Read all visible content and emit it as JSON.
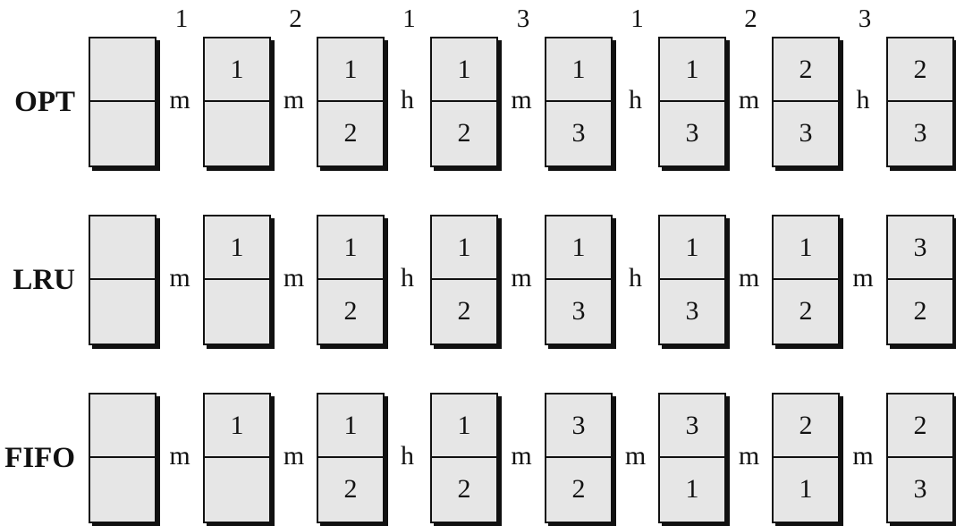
{
  "reference_string": [
    "1",
    "2",
    "1",
    "3",
    "1",
    "2",
    "3"
  ],
  "rows": [
    {
      "label": "OPT",
      "frames": [
        [
          "",
          ""
        ],
        [
          "1",
          ""
        ],
        [
          "1",
          "2"
        ],
        [
          "1",
          "2"
        ],
        [
          "1",
          "3"
        ],
        [
          "1",
          "3"
        ],
        [
          "2",
          "3"
        ],
        [
          "2",
          "3"
        ]
      ],
      "events": [
        "m",
        "m",
        "h",
        "m",
        "h",
        "m",
        "h"
      ]
    },
    {
      "label": "LRU",
      "frames": [
        [
          "",
          ""
        ],
        [
          "1",
          ""
        ],
        [
          "1",
          "2"
        ],
        [
          "1",
          "2"
        ],
        [
          "1",
          "3"
        ],
        [
          "1",
          "3"
        ],
        [
          "1",
          "2"
        ],
        [
          "3",
          "2"
        ]
      ],
      "events": [
        "m",
        "m",
        "h",
        "m",
        "h",
        "m",
        "m"
      ]
    },
    {
      "label": "FIFO",
      "frames": [
        [
          "",
          ""
        ],
        [
          "1",
          ""
        ],
        [
          "1",
          "2"
        ],
        [
          "1",
          "2"
        ],
        [
          "3",
          "2"
        ],
        [
          "3",
          "1"
        ],
        [
          "2",
          "1"
        ],
        [
          "2",
          "3"
        ]
      ],
      "events": [
        "m",
        "m",
        "h",
        "m",
        "m",
        "m",
        "m"
      ]
    }
  ]
}
